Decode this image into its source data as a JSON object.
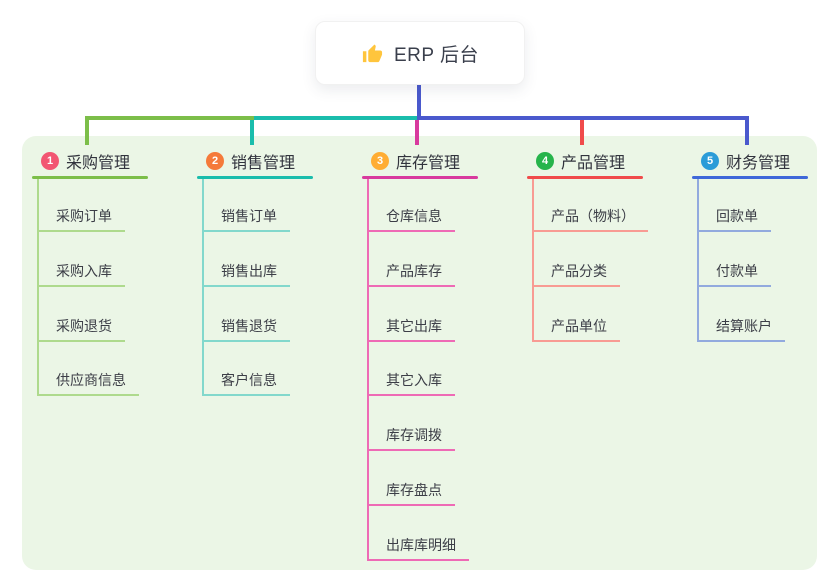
{
  "root": {
    "title": "ERP 后台",
    "icon": "thumbs-up-icon",
    "icon_color": "#ffc53d",
    "connector_color": "#4a59cd"
  },
  "panel": {
    "background": "#ebf6e6"
  },
  "branches": [
    {
      "badge": "1",
      "badge_color": "#f25672",
      "label": "采购管理",
      "color": "#7cbe49",
      "item_color": "#aeda8d",
      "items": [
        "采购订单",
        "采购入库",
        "采购退货",
        "供应商信息"
      ]
    },
    {
      "badge": "2",
      "badge_color": "#f57a3a",
      "label": "销售管理",
      "color": "#1abdac",
      "item_color": "#82d8cc",
      "items": [
        "销售订单",
        "销售出库",
        "销售退货",
        "客户信息"
      ]
    },
    {
      "badge": "3",
      "badge_color": "#ffad33",
      "label": "库存管理",
      "color": "#d83a9e",
      "item_color": "#ee6ab5",
      "items": [
        "仓库信息",
        "产品库存",
        "其它出库",
        "其它入库",
        "库存调拨",
        "库存盘点",
        "出库库明细"
      ]
    },
    {
      "badge": "4",
      "badge_color": "#26b44b",
      "label": "产品管理",
      "color": "#f04b4b",
      "item_color": "#f89b93",
      "items": [
        "产品（物料）",
        "产品分类",
        "产品单位"
      ]
    },
    {
      "badge": "5",
      "badge_color": "#2b9cd8",
      "label": "财务管理",
      "color": "#3f68d9",
      "item_color": "#92aade",
      "items": [
        "回款单",
        "付款单",
        "结算账户"
      ]
    }
  ]
}
